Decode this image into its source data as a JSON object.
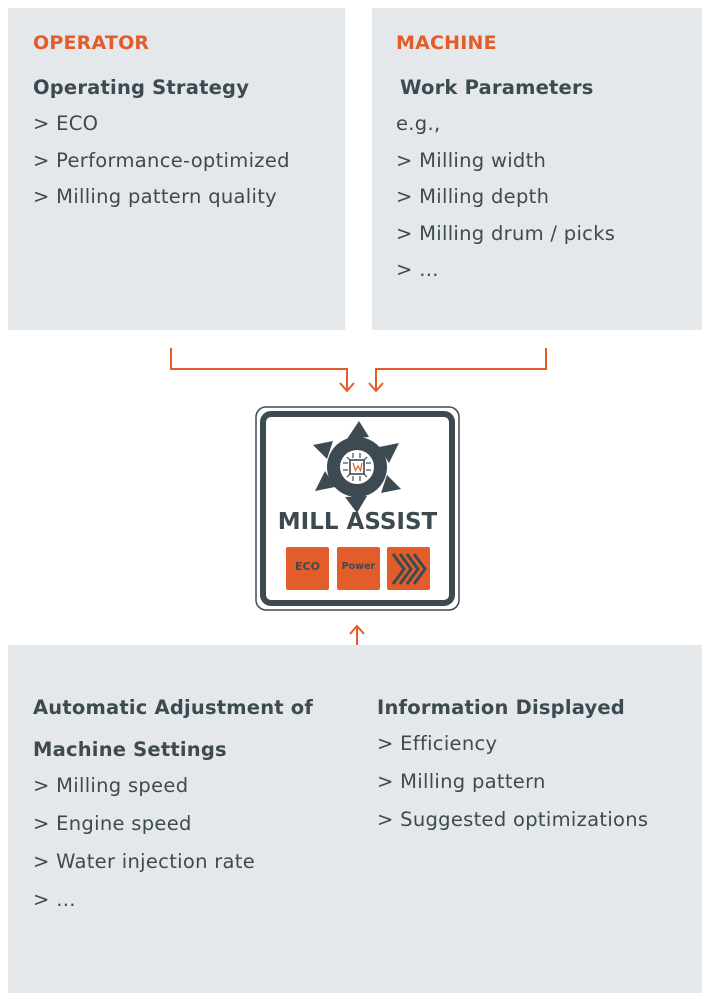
{
  "operator": {
    "category": "OPERATOR",
    "heading": "Operating Strategy",
    "items": [
      "> ECO",
      "> Performance-optimized",
      "> Milling pattern quality"
    ]
  },
  "machine": {
    "category": "MACHINE",
    "heading": "Work Parameters",
    "items": [
      "e.g.,",
      "> Milling width",
      "> Milling depth",
      "> Milling drum / picks",
      "> …"
    ]
  },
  "logo": {
    "title": "MILL ASSIST",
    "buttons": [
      "ECO",
      "Power"
    ]
  },
  "adjustment": {
    "heading_line1": "Automatic Adjustment of",
    "heading_line2": "Machine Settings",
    "items": [
      "> Milling speed",
      "> Engine speed",
      "> Water injection rate",
      "> …"
    ]
  },
  "information": {
    "heading": "Information Displayed",
    "items": [
      "> Efficiency",
      "> Milling pattern",
      "> Suggested optimizations"
    ]
  },
  "colors": {
    "accent": "#e35d2a",
    "panel": "#e5e8ea",
    "text": "#3d4a52"
  }
}
